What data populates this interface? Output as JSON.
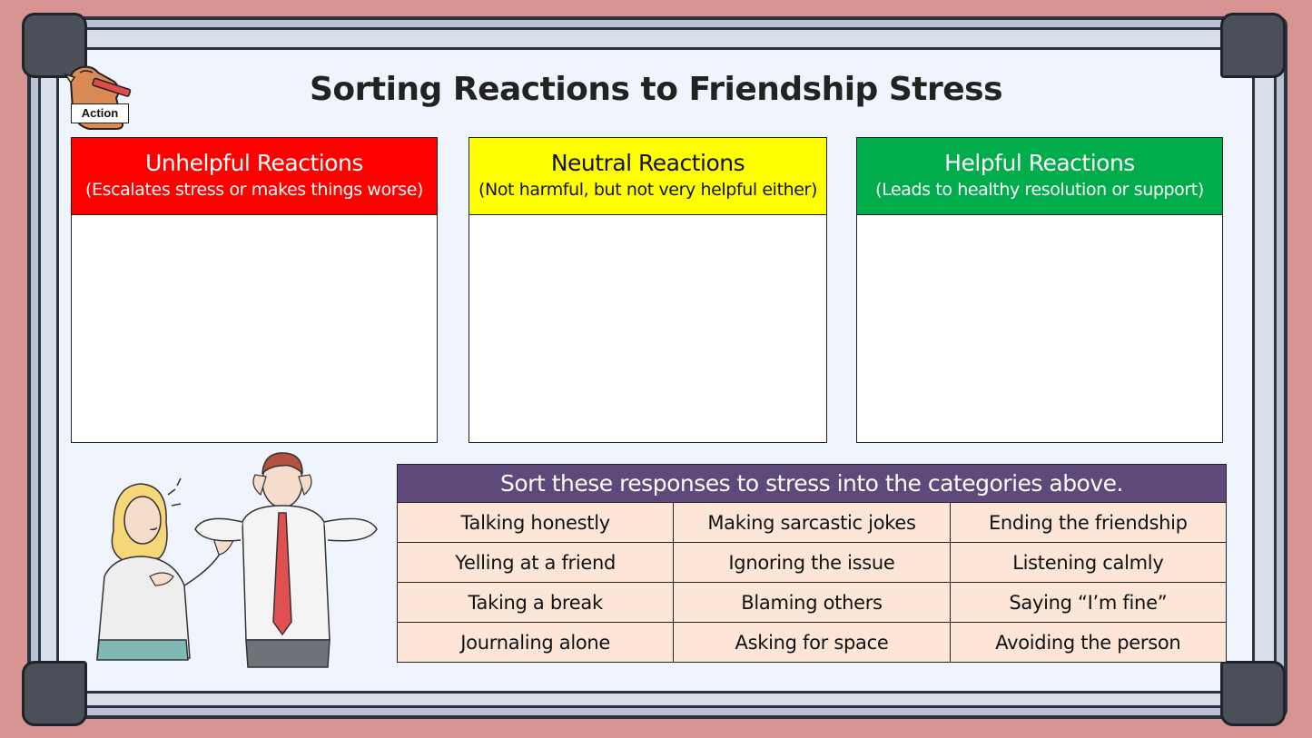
{
  "title": "Sorting Reactions to Friendship Stress",
  "badge": {
    "label": "Action",
    "icon": "hand-pencil-icon"
  },
  "categories": [
    {
      "title": "Unhelpful Reactions",
      "subtitle": "(Escalates stress or makes things worse)",
      "color": "#ff0000"
    },
    {
      "title": "Neutral Reactions",
      "subtitle": "(Not harmful, but not very helpful either)",
      "color": "#ffff00"
    },
    {
      "title": "Helpful Reactions",
      "subtitle": "(Leads to healthy resolution or support)",
      "color": "#00ad4a"
    }
  ],
  "sort_table": {
    "header": "Sort these responses to stress into the categories above.",
    "rows": [
      [
        "Talking honestly",
        "Making sarcastic jokes",
        "Ending the friendship"
      ],
      [
        "Yelling at a friend",
        "Ignoring the issue",
        "Listening calmly"
      ],
      [
        "Taking a break",
        "Blaming others",
        "Saying “I’m fine”"
      ],
      [
        "Journaling alone",
        "Asking for space",
        "Avoiding the person"
      ]
    ]
  },
  "colors": {
    "background": "#d69592",
    "board": "#f0f4fd",
    "table_header": "#5e4a7a",
    "table_cell": "#fde6d8"
  },
  "illustration": "arguing-couple-icon"
}
